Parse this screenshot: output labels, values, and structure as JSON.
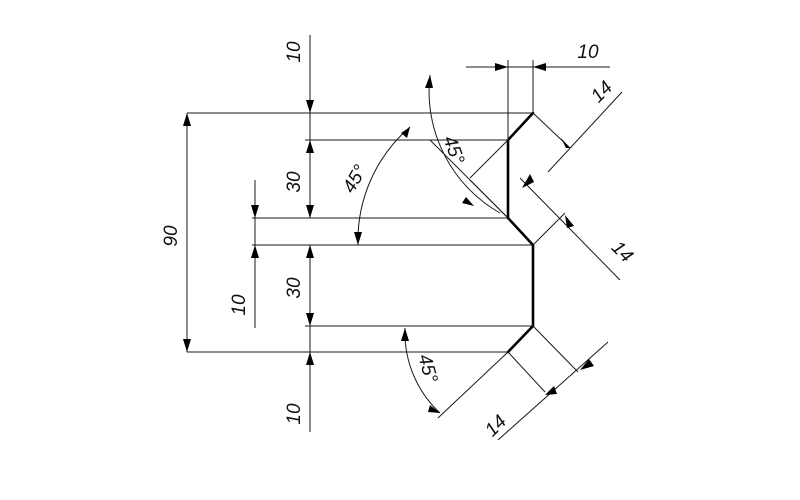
{
  "dimensions": {
    "top_width": "10",
    "left_top_gap": "10",
    "left_upper": "30",
    "total_height": "90",
    "left_mid_gap": "10",
    "left_lower": "30",
    "left_bottom_gap": "10",
    "upper_angle_left": "45°",
    "upper_angle_right": "45°",
    "lower_angle": "45°",
    "upper_chamfer_top": "14",
    "upper_chamfer_bottom": "14",
    "lower_chamfer": "14"
  }
}
